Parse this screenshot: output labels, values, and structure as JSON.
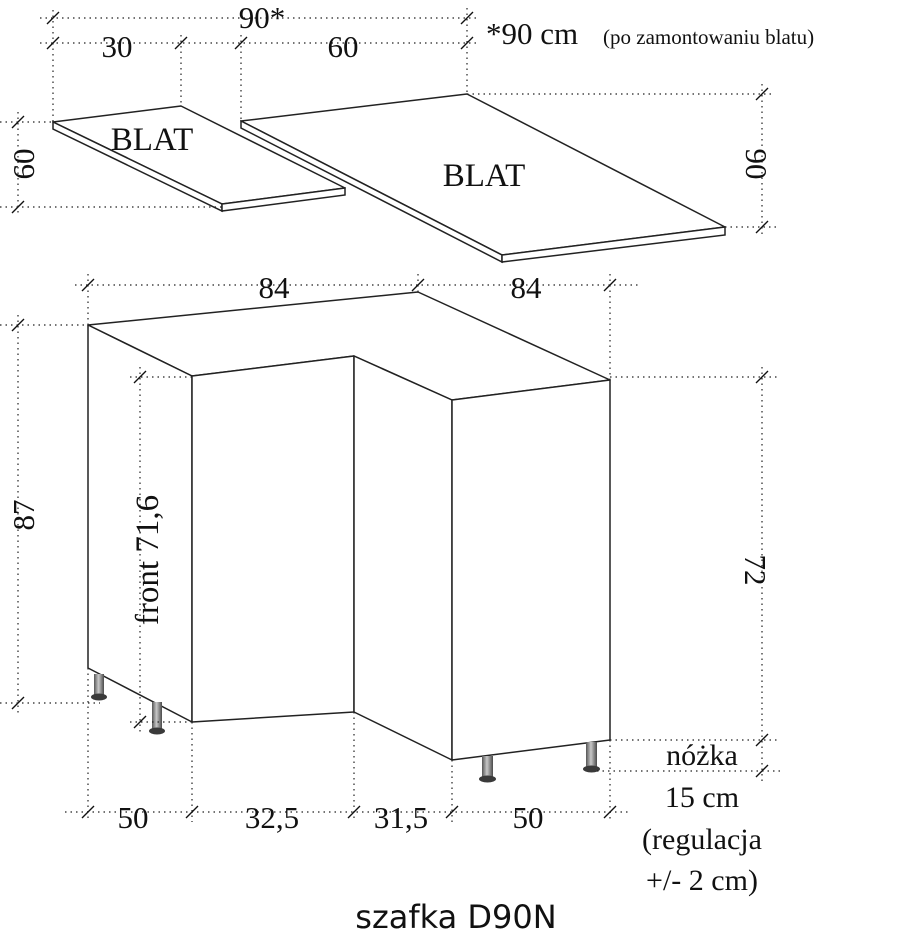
{
  "countertop": {
    "label_left": "BLAT",
    "label_right": "BLAT",
    "total_width": "90*",
    "left_width": "30",
    "right_width": "60",
    "note_value": "*90 cm",
    "note_text": "(po zamontowaniu blatu)",
    "depth_left": "60",
    "depth_right": "90"
  },
  "cabinet": {
    "width_left": "84",
    "width_right": "84",
    "total_height": "87",
    "body_height": "72",
    "front_label": "front 71,6",
    "bottom_dims": [
      "50",
      "32,5",
      "31,5",
      "50"
    ]
  },
  "leg": {
    "label": "nóżka",
    "height": "15 cm",
    "adjust_1": "(regulacja",
    "adjust_2": "+/- 2 cm)"
  },
  "caption": "szafka D90N",
  "colors": {
    "lines": "#222222",
    "background": "#ffffff",
    "leg_metal": "#8a8a8a"
  }
}
